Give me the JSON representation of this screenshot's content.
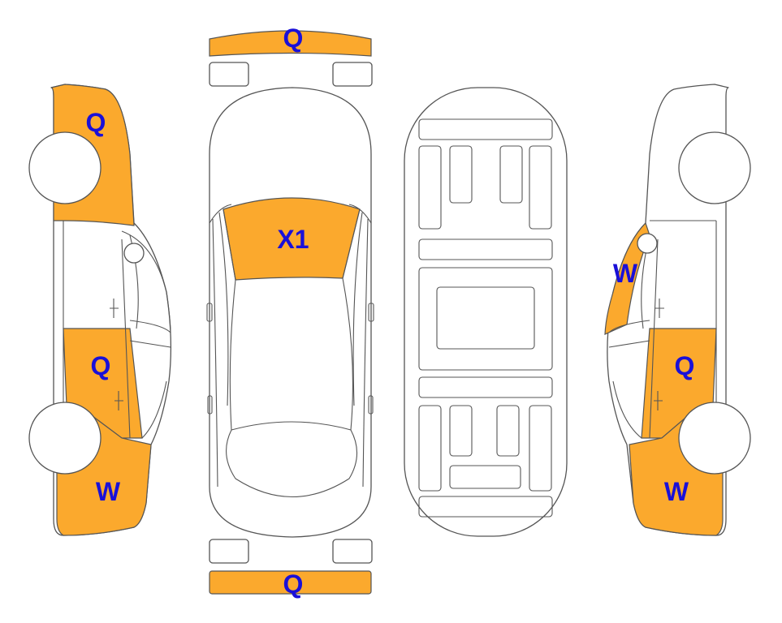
{
  "colors": {
    "highlight": "#fba92d",
    "label": "#1a10d8",
    "outline": "#555555"
  },
  "marks": {
    "front_bumper": "Q",
    "rear_bumper": "Q",
    "windshield": "X1",
    "left_front_fender": "Q",
    "left_front_door": "Q",
    "left_rear_quarter": "W",
    "right_rear_door": "W",
    "right_front_door": "Q",
    "right_rear_quarter": "W"
  }
}
